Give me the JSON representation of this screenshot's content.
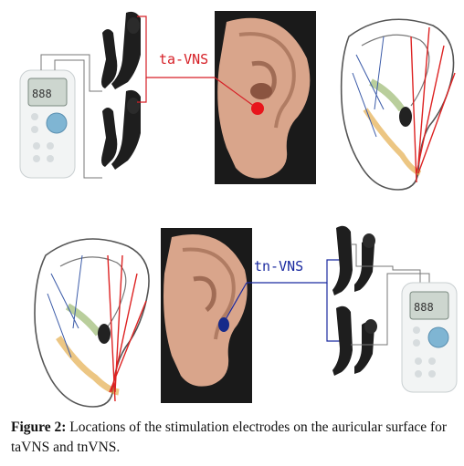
{
  "figure": {
    "top": {
      "label": "ta-VNS",
      "label_color": "#d61f26"
    },
    "bottom": {
      "label": "tn-VNS",
      "label_color": "#1a2aa0"
    }
  },
  "caption": {
    "prefix": "Figure 2:",
    "text": " Locations of the stimulation electrodes on the auricular surface for taVNS and tnVNS."
  },
  "icons": [
    "stimulator-device-icon",
    "ear-clip-electrode-icon",
    "ear-photo",
    "ear-nerve-diagram"
  ]
}
